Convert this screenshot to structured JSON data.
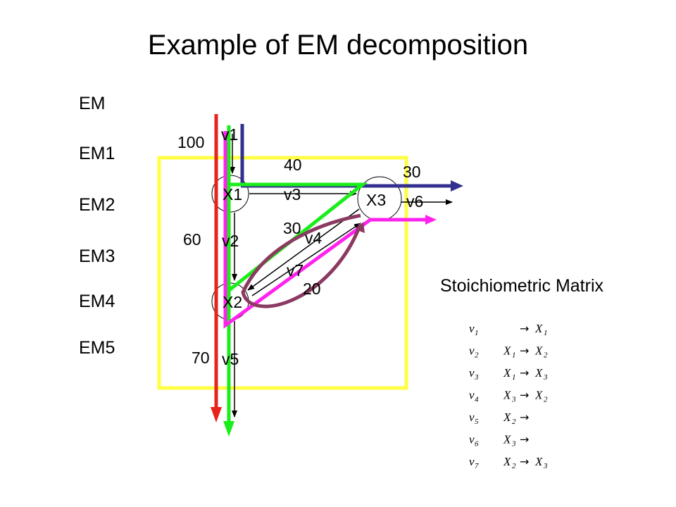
{
  "title": "Example of EM decomposition",
  "em_labels": [
    "EM",
    "EM1",
    "EM2",
    "EM3",
    "EM4",
    "EM5"
  ],
  "matrix_heading": "Stoichiometric Matrix",
  "diagram": {
    "nodes": [
      "X1",
      "X2",
      "X3"
    ],
    "reactions": [
      "v1",
      "v2",
      "v3",
      "v4",
      "v5",
      "v6",
      "v7"
    ],
    "flux_values": [
      "100",
      "40",
      "30",
      "60",
      "30",
      "20",
      "70"
    ]
  },
  "matrix_rows": [
    {
      "v": "v",
      "sub": "1",
      "lhs": "",
      "lhs_sub": "",
      "arrow": "→",
      "rhs": "X",
      "rhs_sub": "1"
    },
    {
      "v": "v",
      "sub": "2",
      "lhs": "X",
      "lhs_sub": "1",
      "arrow": "→",
      "rhs": "X",
      "rhs_sub": "2"
    },
    {
      "v": "v",
      "sub": "3",
      "lhs": "X",
      "lhs_sub": "1",
      "arrow": "→",
      "rhs": "X",
      "rhs_sub": "3"
    },
    {
      "v": "v",
      "sub": "4",
      "lhs": "X",
      "lhs_sub": "3",
      "arrow": "→",
      "rhs": "X",
      "rhs_sub": "2"
    },
    {
      "v": "v",
      "sub": "5",
      "lhs": "X",
      "lhs_sub": "2",
      "arrow": "→",
      "rhs": "",
      "rhs_sub": ""
    },
    {
      "v": "v",
      "sub": "6",
      "lhs": "X",
      "lhs_sub": "3",
      "arrow": "→",
      "rhs": "",
      "rhs_sub": ""
    },
    {
      "v": "v",
      "sub": "7",
      "lhs": "X",
      "lhs_sub": "2",
      "arrow": "→",
      "rhs": "X",
      "rhs_sub": "3"
    }
  ],
  "colors": {
    "red": "#e8231b",
    "green": "#1aee1a",
    "navy": "#33308f",
    "magenta": "#ff22ee",
    "plum": "#8b3a62",
    "yellow": "#ffff44"
  }
}
